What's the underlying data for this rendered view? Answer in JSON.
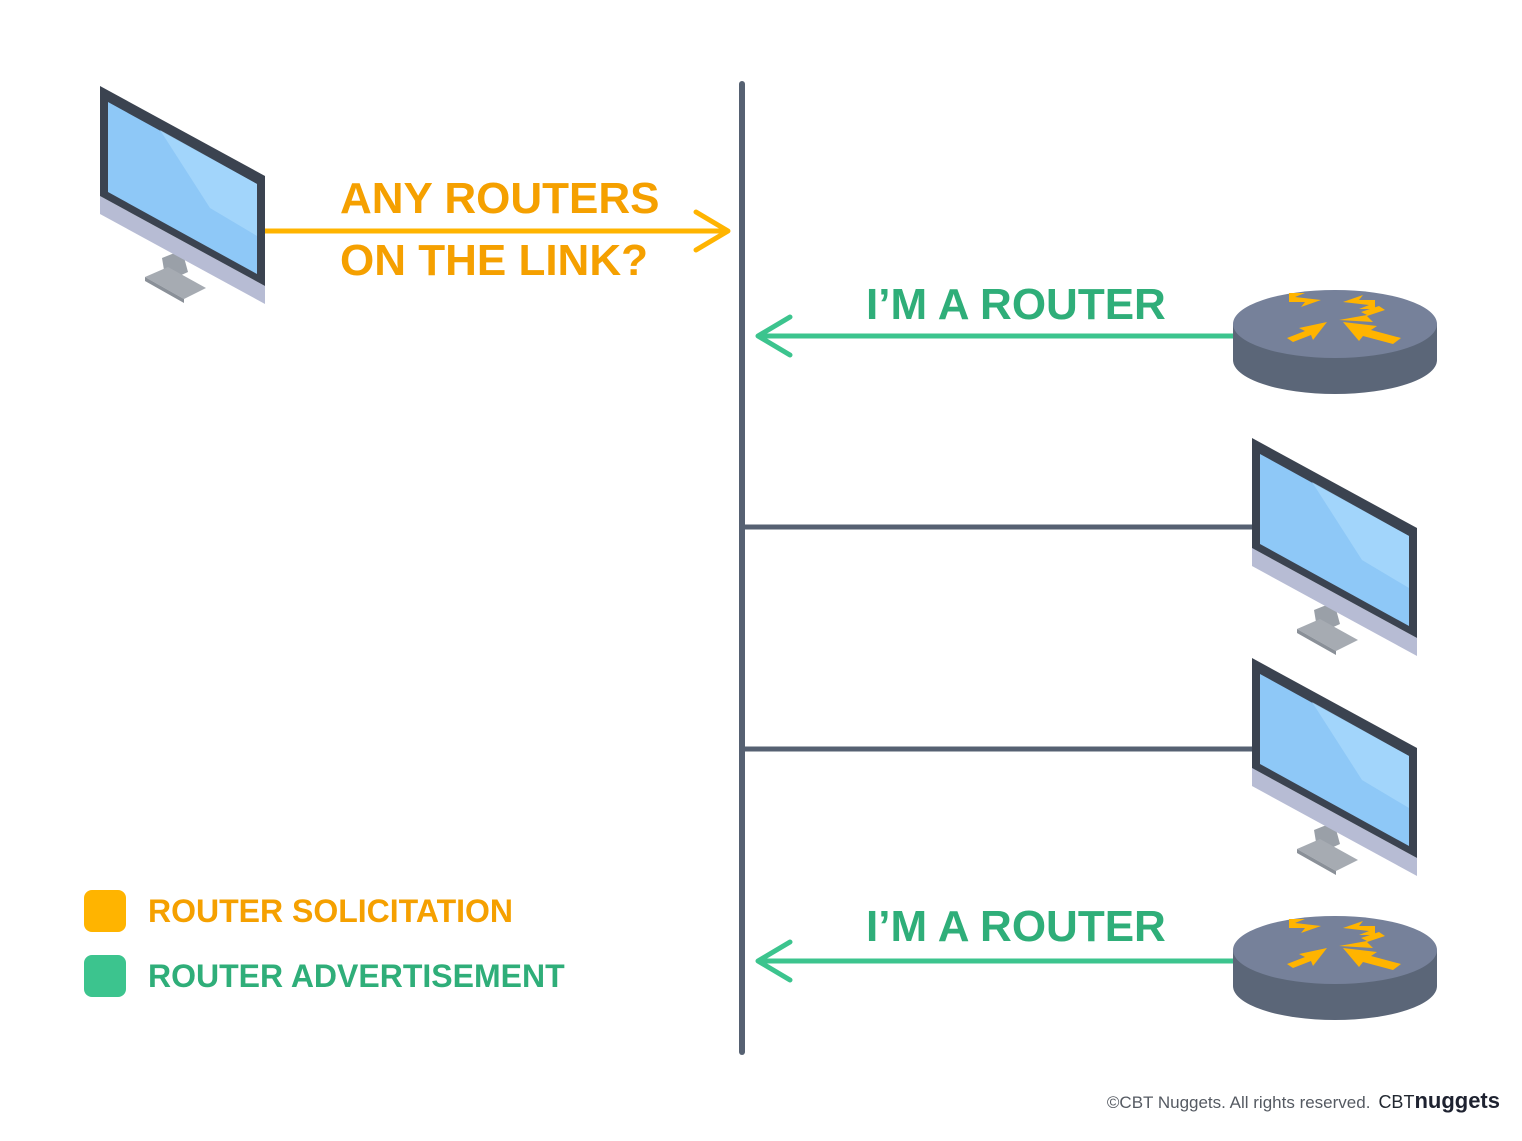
{
  "messages": {
    "solicitation_line1": "ANY ROUTERS",
    "solicitation_line2": "ON THE LINK?",
    "advertisement_1": "I’M A ROUTER",
    "advertisement_2": "I’M A ROUTER"
  },
  "legend": {
    "solicitation": "ROUTER SOLICITATION",
    "advertisement": "ROUTER ADVERTISEMENT"
  },
  "footer": {
    "copyright": "©CBT Nuggets. All rights reserved.",
    "brand_prefix": "CBT",
    "brand_name": "nuggets"
  },
  "colors": {
    "solicitation": "#FFB400",
    "advertisement": "#3CC48E",
    "link": "#566172"
  },
  "icons": [
    "computer-icon",
    "router-icon"
  ]
}
